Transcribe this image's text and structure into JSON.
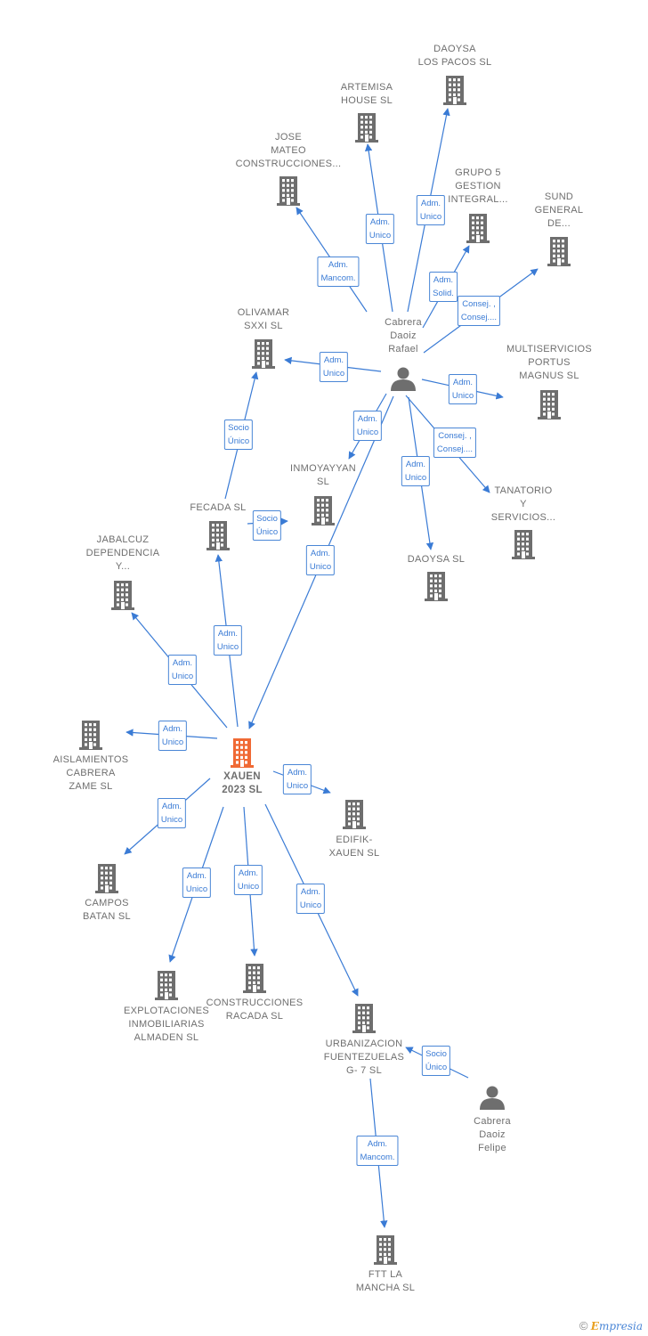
{
  "colors": {
    "edge": "#3a7bd5",
    "node": "#6e6e6e",
    "center": "#f06a35"
  },
  "nodes": [
    {
      "id": "xauen",
      "type": "building",
      "center": true,
      "label": [
        "XAUEN",
        "2023  SL"
      ]
    },
    {
      "id": "rafael",
      "type": "person",
      "label": [
        "Cabrera",
        "Daoiz",
        "Rafael"
      ]
    },
    {
      "id": "felipe",
      "type": "person",
      "label": [
        "Cabrera",
        "Daoiz",
        "Felipe"
      ]
    },
    {
      "id": "daoysa_pacos",
      "type": "building",
      "label": [
        "DAOYSA",
        "LOS PACOS  SL"
      ]
    },
    {
      "id": "artemisa",
      "type": "building",
      "label": [
        "ARTEMISA",
        "HOUSE  SL"
      ]
    },
    {
      "id": "jose_mateo",
      "type": "building",
      "label": [
        "JOSE",
        "MATEO",
        "CONSTRUCCIONES..."
      ]
    },
    {
      "id": "grupo5",
      "type": "building",
      "label": [
        "GRUPO 5",
        "GESTION",
        "INTEGRAL..."
      ]
    },
    {
      "id": "sund",
      "type": "building",
      "label": [
        "SUND",
        "GENERAL",
        "DE..."
      ]
    },
    {
      "id": "olivamar",
      "type": "building",
      "label": [
        "OLIVAMAR",
        "SXXI  SL"
      ]
    },
    {
      "id": "multiservicios",
      "type": "building",
      "label": [
        "MULTISERVICIOS",
        "PORTUS",
        "MAGNUS  SL"
      ]
    },
    {
      "id": "inmoyayyan",
      "type": "building",
      "label": [
        "INMOYAYYAN",
        "SL"
      ]
    },
    {
      "id": "tanatorio",
      "type": "building",
      "label": [
        "TANATORIO",
        "Y",
        "SERVICIOS..."
      ]
    },
    {
      "id": "fecada",
      "type": "building",
      "label": [
        "FECADA SL"
      ]
    },
    {
      "id": "daoysa",
      "type": "building",
      "label": [
        "DAOYSA  SL"
      ]
    },
    {
      "id": "jabalcuz",
      "type": "building",
      "label": [
        "JABALCUZ",
        "DEPENDENCIA",
        "Y..."
      ]
    },
    {
      "id": "aislamientos",
      "type": "building",
      "label": [
        "AISLAMIENTOS",
        "CABRERA",
        "ZAME  SL"
      ]
    },
    {
      "id": "edifik",
      "type": "building",
      "label": [
        "EDIFIK-",
        "XAUEN SL"
      ]
    },
    {
      "id": "campos",
      "type": "building",
      "label": [
        "CAMPOS",
        "BATAN  SL"
      ]
    },
    {
      "id": "explotaciones",
      "type": "building",
      "label": [
        "EXPLOTACIONES",
        "INMOBILIARIAS",
        "ALMADEN  SL"
      ]
    },
    {
      "id": "racada",
      "type": "building",
      "label": [
        "CONSTRUCCIONES",
        "RACADA SL"
      ]
    },
    {
      "id": "urbanizacion",
      "type": "building",
      "label": [
        "URBANIZACION",
        "FUENTEZUELAS",
        "G- 7  SL"
      ]
    },
    {
      "id": "ftt",
      "type": "building",
      "label": [
        "FTT LA",
        "MANCHA  SL"
      ]
    }
  ],
  "edges": [
    {
      "from": "rafael",
      "to": "daoysa_pacos",
      "label": [
        "Adm.",
        "Unico"
      ]
    },
    {
      "from": "rafael",
      "to": "artemisa",
      "label": [
        "Adm.",
        "Unico"
      ]
    },
    {
      "from": "rafael",
      "to": "jose_mateo",
      "label": [
        "Adm.",
        "Mancom."
      ]
    },
    {
      "from": "rafael",
      "to": "grupo5",
      "label": [
        "Adm.",
        "Solid."
      ]
    },
    {
      "from": "rafael",
      "to": "sund",
      "label": [
        "Consej. ,",
        "Consej...."
      ]
    },
    {
      "from": "rafael",
      "to": "olivamar",
      "label": [
        "Adm.",
        "Unico"
      ]
    },
    {
      "from": "rafael",
      "to": "multiservicios",
      "label": [
        "Adm.",
        "Unico"
      ]
    },
    {
      "from": "rafael",
      "to": "inmoyayyan",
      "label": [
        "Adm.",
        "Unico"
      ]
    },
    {
      "from": "rafael",
      "to": "tanatorio",
      "label": [
        "Consej. ,",
        "Consej...."
      ]
    },
    {
      "from": "rafael",
      "to": "daoysa",
      "label": [
        "Adm.",
        "Unico"
      ]
    },
    {
      "from": "rafael",
      "to": "xauen",
      "label": [
        "Adm.",
        "Unico"
      ]
    },
    {
      "from": "fecada",
      "to": "olivamar",
      "label": [
        "Socio",
        "Único"
      ]
    },
    {
      "from": "fecada",
      "to": "inmoyayyan",
      "label": [
        "Socio",
        "Único"
      ]
    },
    {
      "from": "xauen",
      "to": "fecada",
      "label": [
        "Adm.",
        "Unico"
      ]
    },
    {
      "from": "xauen",
      "to": "jabalcuz",
      "label": [
        "Adm.",
        "Unico"
      ]
    },
    {
      "from": "xauen",
      "to": "aislamientos",
      "label": [
        "Adm.",
        "Unico"
      ]
    },
    {
      "from": "xauen",
      "to": "edifik",
      "label": [
        "Adm.",
        "Unico"
      ]
    },
    {
      "from": "xauen",
      "to": "campos",
      "label": [
        "Adm.",
        "Unico"
      ]
    },
    {
      "from": "xauen",
      "to": "explotaciones",
      "label": [
        "Adm.",
        "Unico"
      ]
    },
    {
      "from": "xauen",
      "to": "racada",
      "label": [
        "Adm.",
        "Unico"
      ]
    },
    {
      "from": "xauen",
      "to": "urbanizacion",
      "label": [
        "Adm.",
        "Unico"
      ]
    },
    {
      "from": "felipe",
      "to": "urbanizacion",
      "label": [
        "Socio",
        "Único"
      ]
    },
    {
      "from": "urbanizacion",
      "to": "ftt",
      "label": [
        "Adm.",
        "Mancom."
      ]
    }
  ],
  "brand": {
    "copyright": "©",
    "name_first": "E",
    "name_rest": "mpresia"
  }
}
